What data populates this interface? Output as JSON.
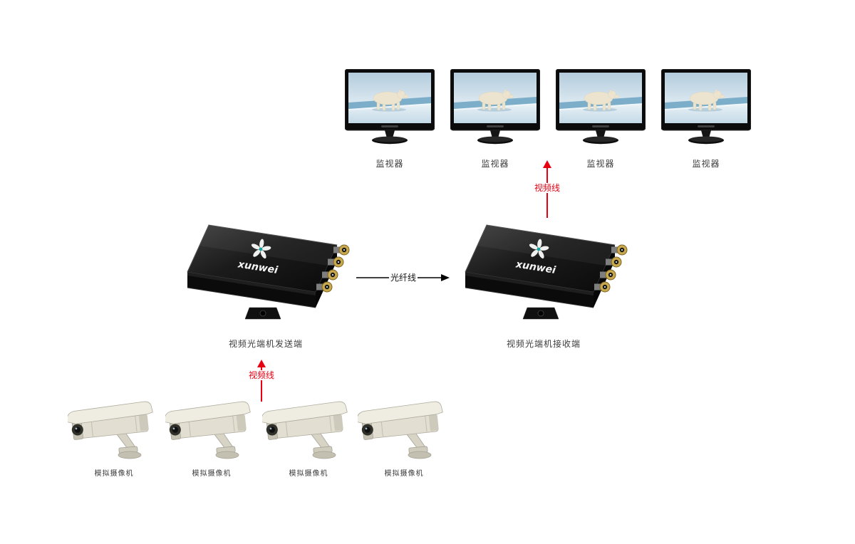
{
  "monitors": {
    "items": [
      {
        "label": "监视器"
      },
      {
        "label": "监视器"
      },
      {
        "label": "监视器"
      },
      {
        "label": "监视器"
      }
    ]
  },
  "devices": {
    "transmitter": {
      "label": "视频光端机发送端",
      "brand": "xunwei"
    },
    "receiver": {
      "label": "视频光端机接收端",
      "brand": "xunwei"
    }
  },
  "cameras": {
    "items": [
      {
        "label": "模拟摄像机"
      },
      {
        "label": "模拟摄像机"
      },
      {
        "label": "模拟摄像机"
      },
      {
        "label": "模拟摄像机"
      }
    ]
  },
  "connections": {
    "video_receiver_to_monitors": {
      "label": "视频线",
      "color": "#e60012",
      "direction": "up"
    },
    "fiber_transmitter_to_receiver": {
      "label": "光纤线",
      "color": "#000000",
      "direction": "right"
    },
    "video_cameras_to_transmitter": {
      "label": "视频线",
      "color": "#e60012",
      "direction": "up"
    }
  }
}
